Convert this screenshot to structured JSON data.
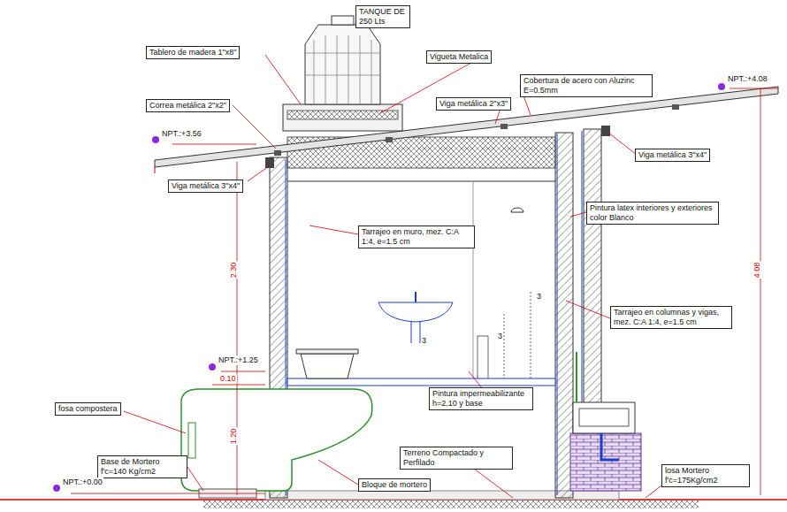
{
  "diagram": {
    "nodes": [
      {
        "text": [
          "TANQUE DE 250 Lts"
        ]
      },
      {
        "text": [
          "Tablero de madera 1\"x8\""
        ]
      },
      {
        "text": [
          "Vigueta Metalica"
        ]
      },
      {
        "text": [
          "Correa metálica 2\"x2\""
        ]
      },
      {
        "text": [
          "Viga metálica 2\"x3\""
        ]
      },
      {
        "text": [
          "Cobertura de acero con Aluzinc E=0.5mm"
        ]
      },
      {
        "text": [
          "Viga metálica 3\"x4\""
        ]
      },
      {
        "text": [
          "Viga metálica 3\"x4\""
        ]
      },
      {
        "text": [
          "Tarrajeo en muro, mez. C:A 1:4, e=1.5 cm"
        ]
      },
      {
        "text": [
          "Pintura latex interiores y exteriores color Blanco"
        ]
      },
      {
        "text": [
          "Tarrajeo en columnas y vigas, mez. C:A 1:4, e=1.5 cm"
        ]
      },
      {
        "text": [
          "fosa compostera"
        ]
      },
      {
        "text": [
          "Pintura impermeabilizante h=2.10 y base"
        ]
      },
      {
        "text": [
          "Base de Mortero f'c=140 Kg/cm2"
        ]
      },
      {
        "text": [
          "Terreno Compactado y Perfilado"
        ]
      },
      {
        "text": [
          "Bloque de mortero"
        ]
      },
      {
        "text": [
          "losa Mortero f'c=175Kg/cm2"
        ]
      }
    ],
    "labels": [
      "NPT.:+4.08",
      "NPT.:+3.56",
      "NPT.:+1.25",
      "NPT.:+0.00",
      "2.30",
      "0.10",
      "1.20",
      "4.08",
      "3",
      "3",
      "3"
    ]
  }
}
